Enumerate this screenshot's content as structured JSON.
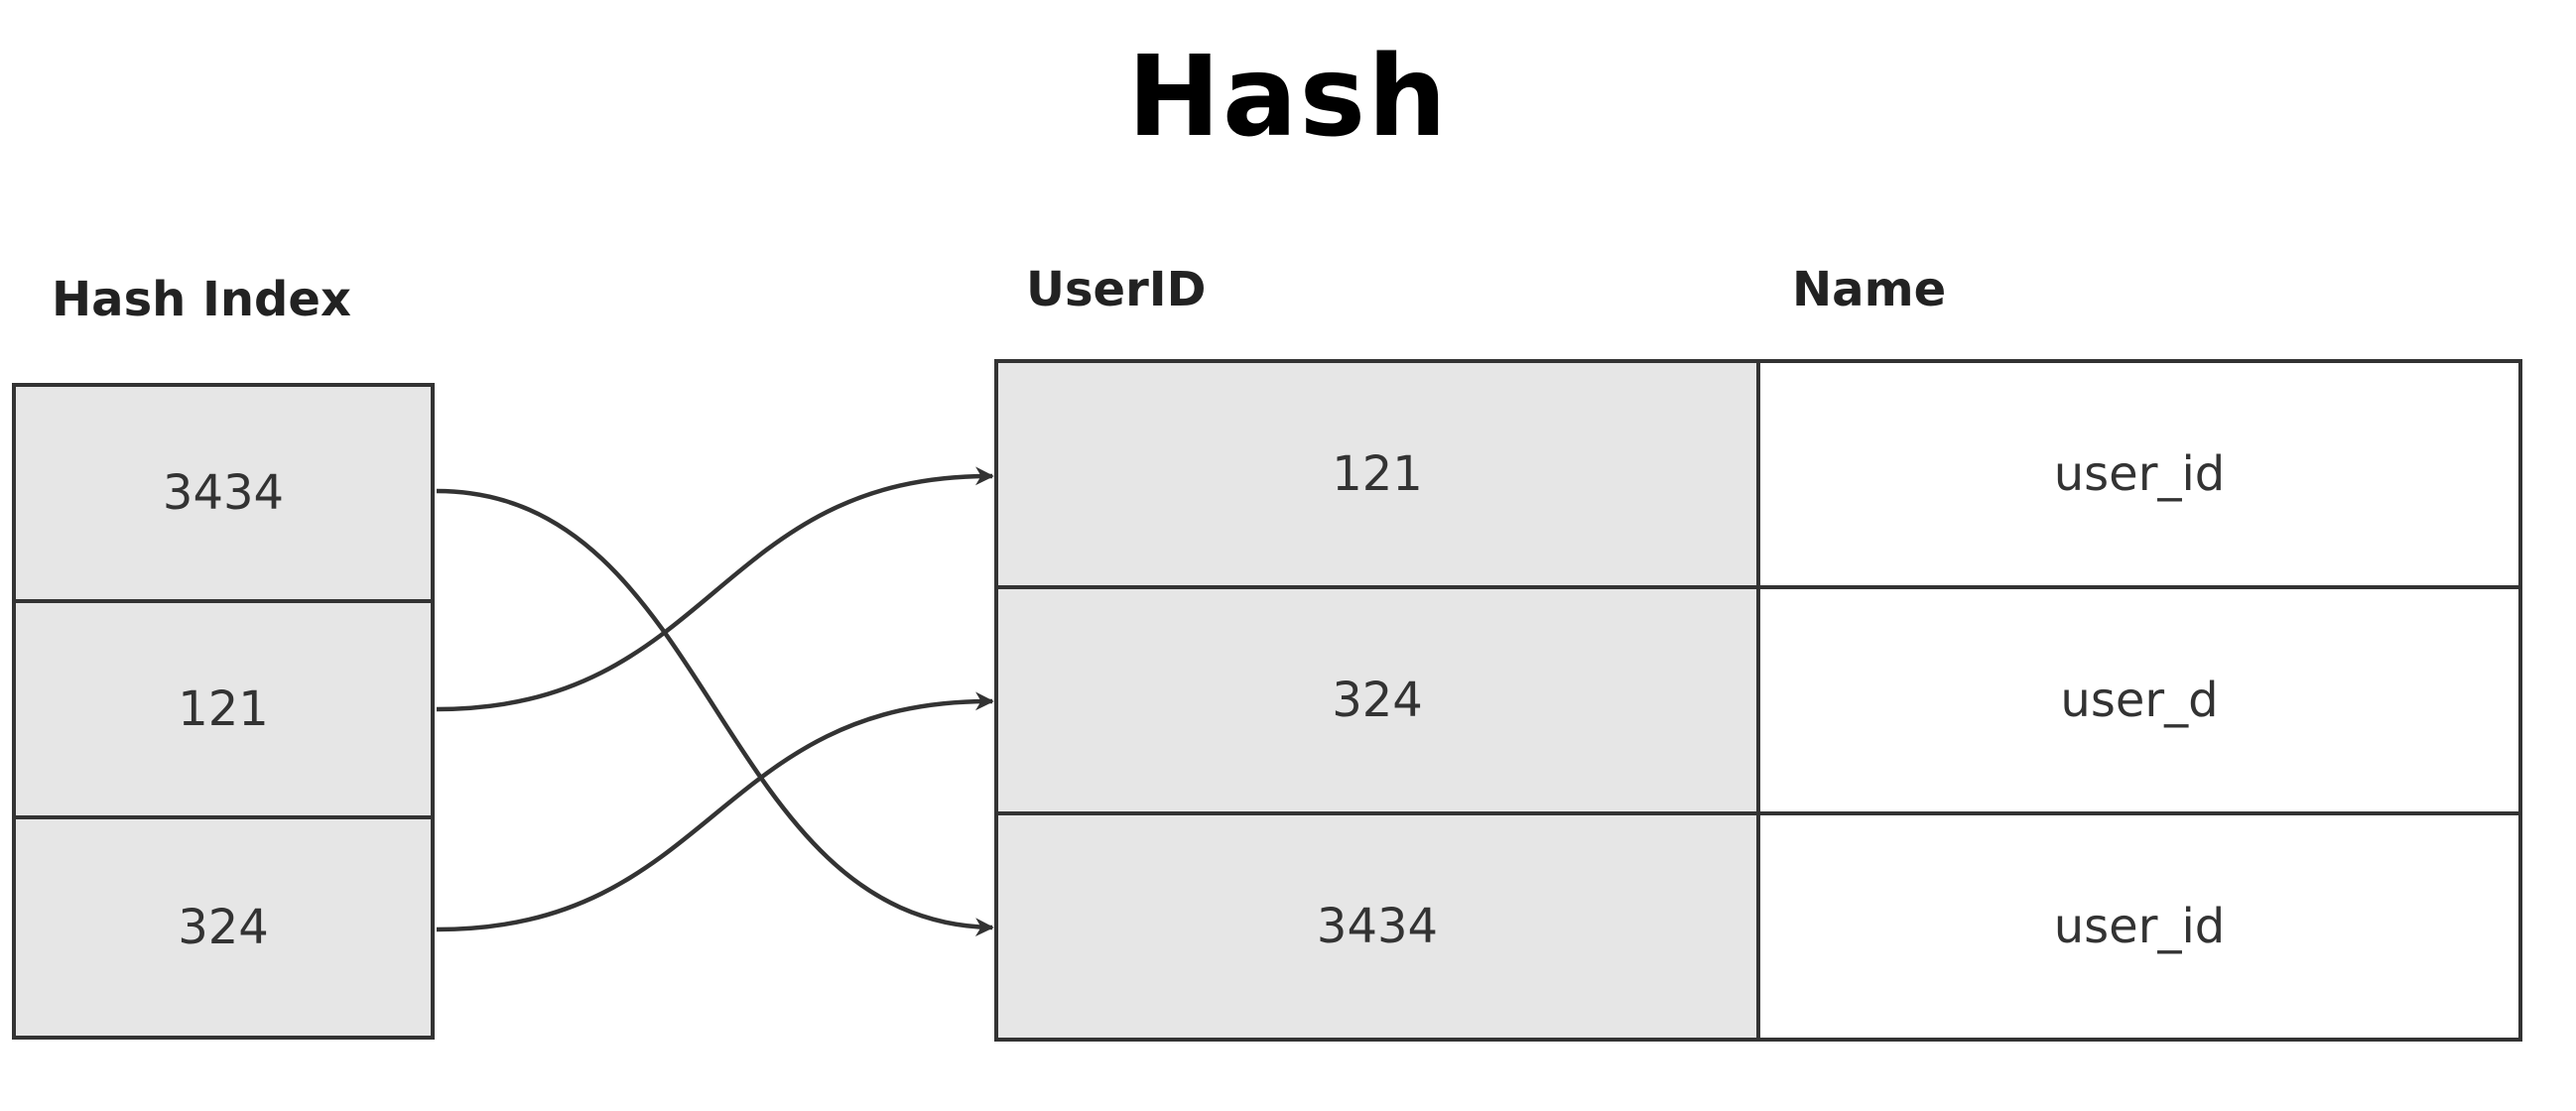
{
  "title": "Hash",
  "hash_index": {
    "label": "Hash Index",
    "entries": [
      "3434",
      "121",
      "324"
    ]
  },
  "table": {
    "headers": [
      "UserID",
      "Name"
    ],
    "rows": [
      [
        "121",
        "user_id"
      ],
      [
        "324",
        "user_d"
      ],
      [
        "3434",
        "user_id"
      ]
    ]
  },
  "links": [
    {
      "from": "3434",
      "to": "3434"
    },
    {
      "from": "121",
      "to": "121"
    },
    {
      "from": "324",
      "to": "324"
    }
  ]
}
